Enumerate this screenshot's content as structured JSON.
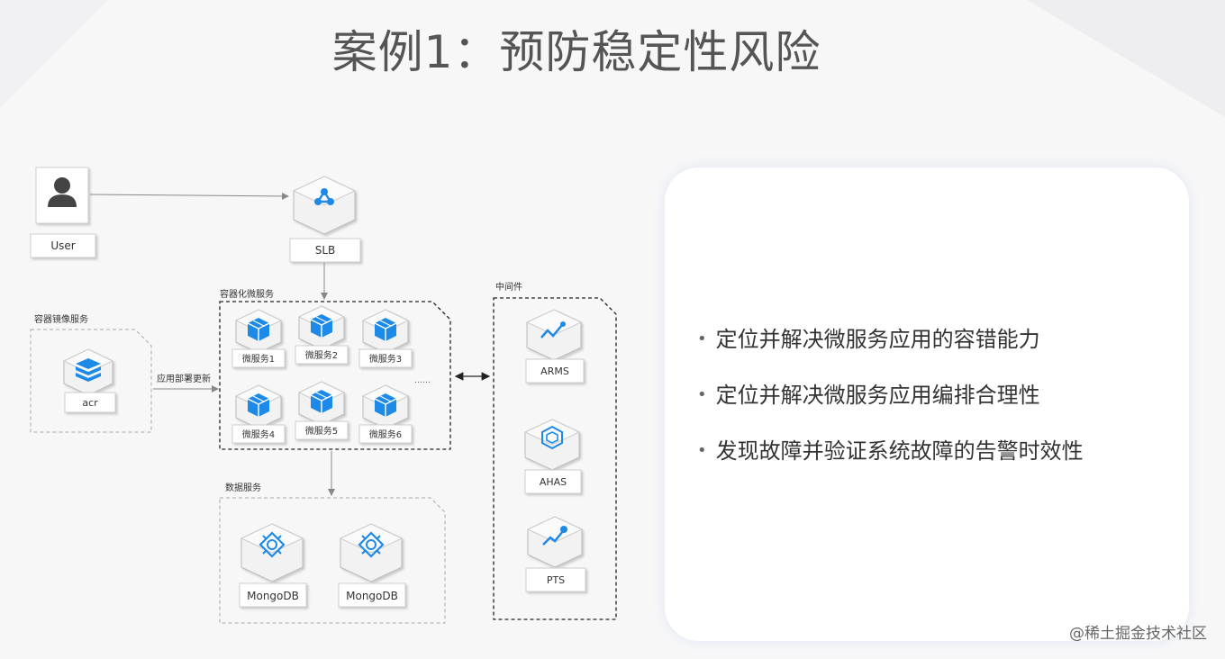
{
  "slide": {
    "title": "案例1：预防稳定性风险",
    "bullets": [
      "定位并解决微服务应用的容错能力",
      "定位并解决微服务应用编排合理性",
      "发现故障并验证系统故障的告警时效性"
    ],
    "watermark": "@稀土掘金技术社区"
  },
  "diagram": {
    "user_label": "User",
    "slb_label": "SLB",
    "acr_group_label": "容器镜像服务",
    "acr_label": "acr",
    "deploy_label": "应用部署更新",
    "micro_group_label": "容器化微服务",
    "microservices": [
      "微服务1",
      "微服务2",
      "微服务3",
      "微服务4",
      "微服务5",
      "微服务6"
    ],
    "ellipsis": "……",
    "data_group_label": "数据服务",
    "databases": [
      "MongoDB",
      "MongoDB"
    ],
    "middleware_group_label": "中间件",
    "middleware": [
      "ARMS",
      "AHAS",
      "PTS"
    ],
    "colors": {
      "accent": "#1e8ae8",
      "box_border": "#cfcfcf",
      "dashed": "#333333",
      "dashed_light": "#aaaaaa"
    }
  }
}
